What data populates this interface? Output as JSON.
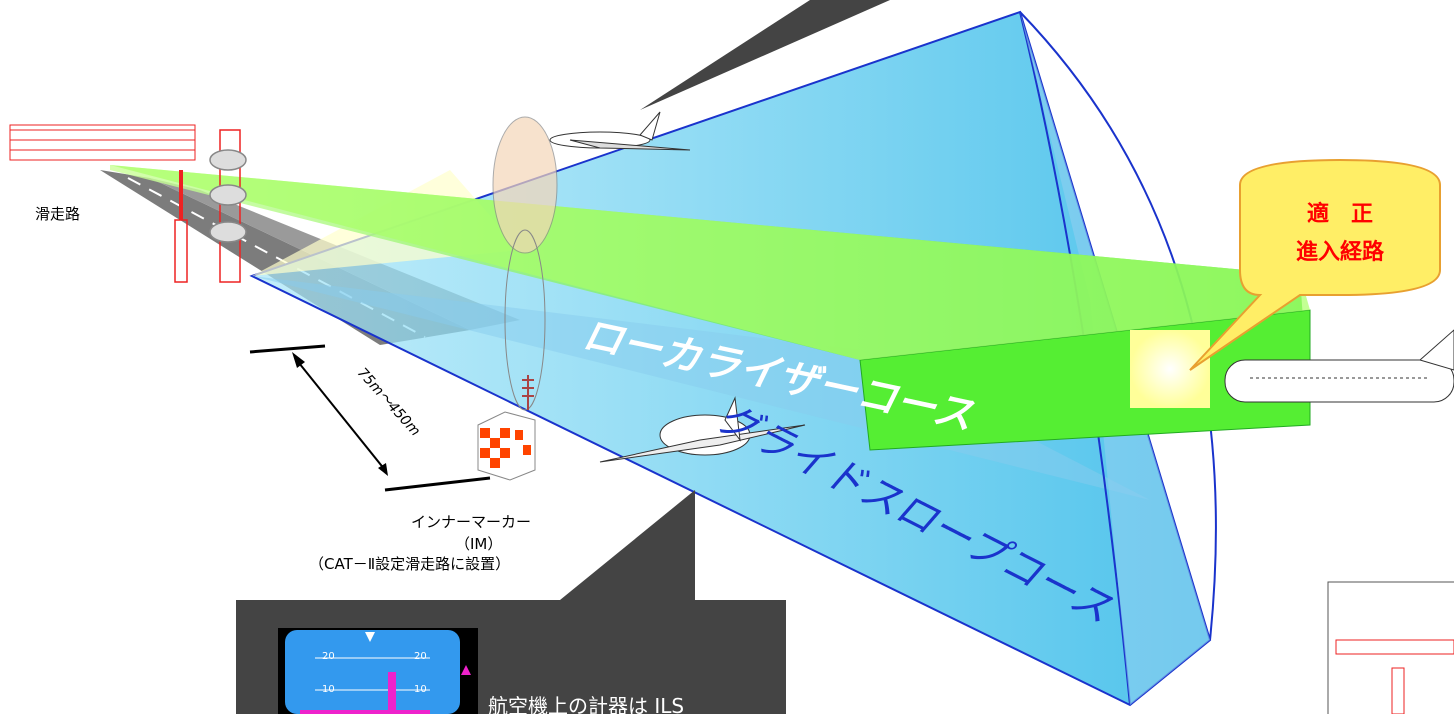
{
  "labels": {
    "runway": "滑走路",
    "distance": "75m～450m",
    "inner_marker_name": "インナーマーカー",
    "inner_marker_abbr": "（IM）",
    "inner_marker_note": "（CAT－Ⅱ設定滑走路に設置）",
    "localizer_course": "ローカライザーコース",
    "glideslope_course": "グライドスロープコース",
    "callout_line1": "適　正",
    "callout_line2": "進入経路",
    "instrument_text": "航空機上の計器は ILS"
  },
  "instrument": {
    "pitch_marks": [
      "20",
      "20",
      "10",
      "10"
    ]
  },
  "colors": {
    "localizer": "#33ee33",
    "glideslope": "#66ccf0",
    "glideslope_edge": "#1a33cc",
    "callout_fill": "#ffee66",
    "callout_text": "#ff0000",
    "panel": "#444444",
    "antenna": "#ee2222",
    "instrument_sky": "#3399ee",
    "instrument_magenta": "#ee22cc"
  },
  "icons": [
    "localizer-antenna-icon",
    "glideslope-antenna-icon",
    "inner-marker-icon",
    "airplane-icon",
    "instrument-display-icon"
  ]
}
